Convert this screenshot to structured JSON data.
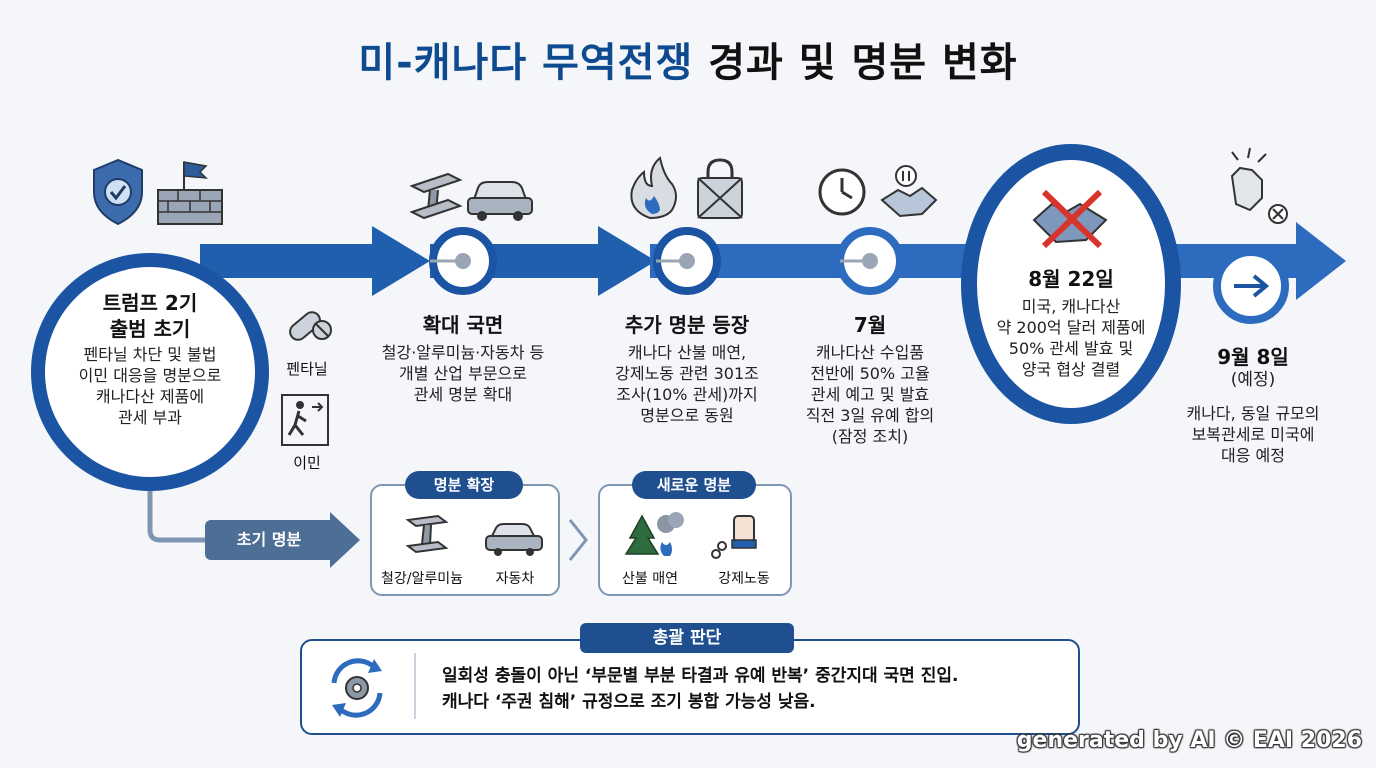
{
  "title": {
    "part1": "미-캐나다 무역전쟁",
    "part2": "경과 및 명분 변화"
  },
  "stage1": {
    "heading_line1": "트럼프 2기",
    "heading_line2": "출범 초기",
    "desc": [
      "펜타닐 차단 및 불법",
      "이민 대응을 명분으로",
      "캐나다산 제품에",
      "관세 부과"
    ]
  },
  "side_icons": {
    "fentanyl": "펜타닐",
    "immigration": "이민"
  },
  "stage2": {
    "heading": "확대 국면",
    "desc": [
      "철강·알루미늄·자동차 등",
      "개별 산업 부문으로",
      "관세 명분 확대"
    ]
  },
  "stage3": {
    "heading": "추가 명분 등장",
    "desc": [
      "캐나다 산불 매연,",
      "강제노동 관련 301조",
      "조사(10% 관세)까지",
      "명분으로 동원"
    ]
  },
  "stage4": {
    "heading": "7월",
    "desc": [
      "캐나다산 수입품",
      "전반에 50% 고율",
      "관세 예고 및 발효",
      "직전 3일 유예 합의",
      "(잠정 조치)"
    ]
  },
  "stage5": {
    "heading": "8월 22일",
    "desc": [
      "미국, 캐나다산",
      "약 200억 달러 제품에",
      "50% 관세 발효 및",
      "양국 협상 결렬"
    ]
  },
  "stage6": {
    "heading": "9월 8일",
    "subheading": "(예정)",
    "desc": [
      "캐나다, 동일 규모의",
      "보복관세로 미국에",
      "대응 예정"
    ]
  },
  "initial_pill": "초기 명분",
  "expansion": {
    "pill": "명분 확장",
    "items": [
      "철강/알루미늄",
      "자동차"
    ]
  },
  "new_reason": {
    "pill": "새로운 명분",
    "items": [
      "산불 매연",
      "강제노동"
    ]
  },
  "summary": {
    "pill": "총괄 판단",
    "line1": "일회성 충돌이 아닌 ‘부문별 부분 타결과 유예 반복’ 중간지대 국면 진입.",
    "line2": "캐나다 ‘주권 침해’ 규정으로 조기 봉합 가능성 낮음."
  },
  "watermark": "generated by AI © EAI 2026",
  "colors": {
    "primary": "#0d4a8f",
    "timeline": "#1f5fae",
    "light": "#4a86cf",
    "cross": "#d9342b"
  },
  "icons": [
    "shield-check-icon",
    "brick-wall-flag-icon",
    "pill-icon",
    "walking-person-icon",
    "steel-beam-icon",
    "car-icon",
    "fire-icon",
    "chain-lock-icon",
    "clock-icon",
    "handshake-pause-icon",
    "broken-handshake-icon",
    "fist-break-icon",
    "arrow-right-icon",
    "cycle-gear-icon",
    "tree-smoke-icon",
    "chained-hand-icon"
  ]
}
